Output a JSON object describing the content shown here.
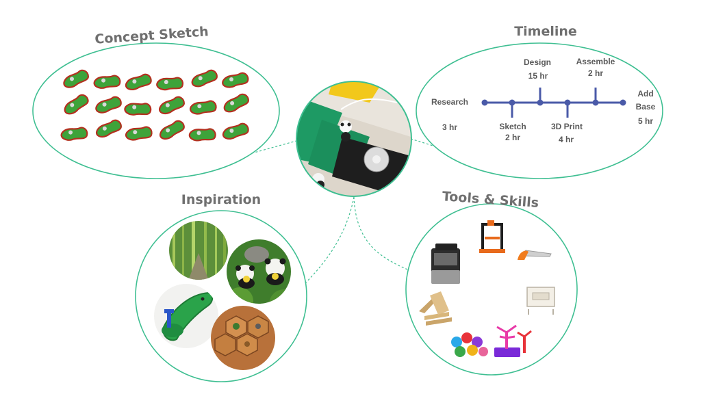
{
  "colors": {
    "ring": "#3fbf92",
    "timeline": "#4a5aa8",
    "label": "#6f6f6f",
    "grass": "#3ea33a",
    "border": "#b3301f"
  },
  "sections": {
    "concept": {
      "title": "Concept Sketch"
    },
    "timeline": {
      "title": "Timeline"
    },
    "inspiration": {
      "title": "Inspiration"
    },
    "tools": {
      "title": "Tools & Skills"
    }
  },
  "timeline_steps": [
    {
      "name": "Research",
      "time": "3 hr"
    },
    {
      "name": "Sketch",
      "time": "2 hr"
    },
    {
      "name": "Design",
      "time": "15 hr"
    },
    {
      "name": "3D Print",
      "time": "4 hr"
    },
    {
      "name": "Assemble",
      "time": "2 hr"
    },
    {
      "name": "Add Base",
      "time": "5 hr"
    }
  ],
  "icons": {
    "center": "mini-golf-panda-photo",
    "inspiration": [
      "bamboo-forest-photo",
      "panda-figurines-photo",
      "mini-golf-hole-photo",
      "hex-tile-board-photo"
    ],
    "tools": [
      "3d-printer-enclosed-icon",
      "3d-printer-open-frame-icon",
      "hand-saw-icon",
      "wood-frame-icon",
      "lumber-stack-icon",
      "printed-figures-icon",
      "printed-trees-icon"
    ]
  }
}
